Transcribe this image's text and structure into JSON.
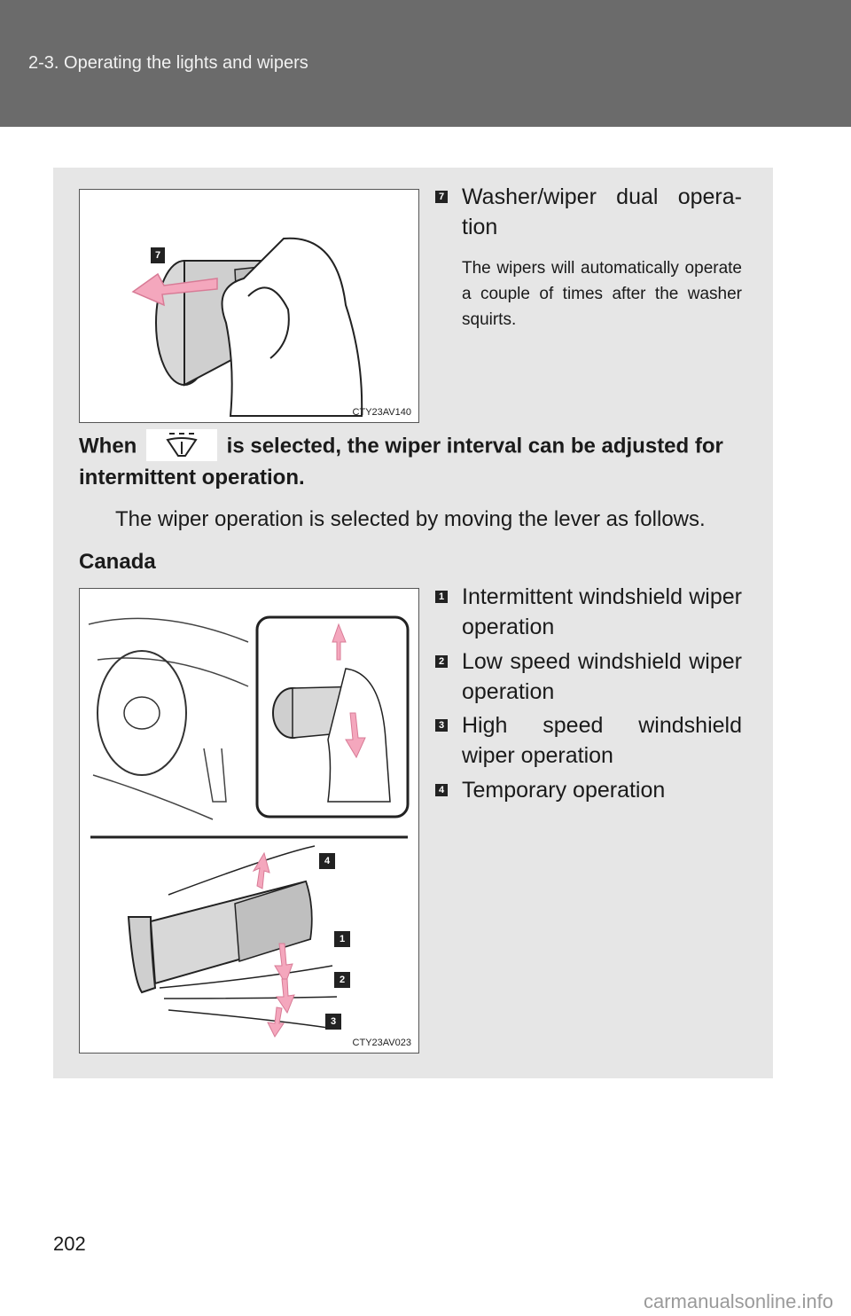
{
  "header": {
    "section_title": "2-3. Operating the lights and wipers"
  },
  "figure_top": {
    "marker": "7",
    "code": "CTY23AV140"
  },
  "figure_bottom": {
    "markers": [
      "4",
      "1",
      "2",
      "3"
    ],
    "code": "CTY23AV023"
  },
  "step7": {
    "number": "7",
    "title": "Washer/wiper dual opera-tion",
    "note": "The wipers will automatically operate a couple of times after the washer squirts."
  },
  "intermittent": {
    "lead": "When",
    "tail": "is selected, the wiper interval can be adjusted for intermittent operation.",
    "icon": "intermittent-wiper-icon"
  },
  "instruction": "The wiper operation is selected by moving the lever as follows.",
  "region_label": "Canada",
  "steps": [
    {
      "number": "1",
      "label": "Intermittent windshield wiper operation"
    },
    {
      "number": "2",
      "label": "Low speed windshield wiper operation"
    },
    {
      "number": "3",
      "label": "High speed windshield wiper operation"
    },
    {
      "number": "4",
      "label": "Temporary operation"
    }
  ],
  "page_number": "202",
  "watermark": "carmanualsonline.info",
  "colors": {
    "header_bg": "#6b6b6b",
    "panel_bg": "#e6e6e6",
    "arrow_pink": "#f4a7bd"
  }
}
